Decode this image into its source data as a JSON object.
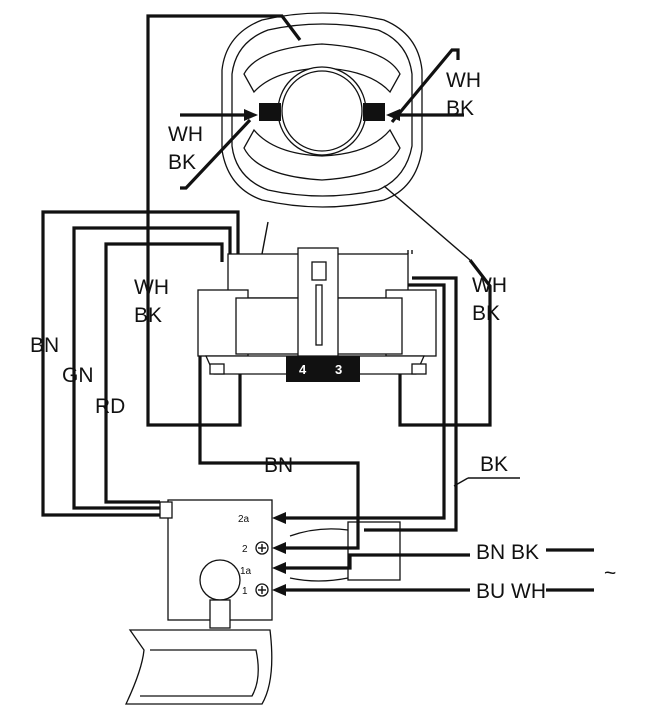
{
  "labels": {
    "stator_right_wh": "WH",
    "stator_right_bk": "BK",
    "stator_left_wh": "WH",
    "stator_left_bk": "BK",
    "left_wh": "WH",
    "left_bk": "BK",
    "right_wh": "WH",
    "right_bk": "BK",
    "bn_left": "BN",
    "gn_left": "GN",
    "rd_left": "RD",
    "bn_middle": "BN",
    "bk_right": "BK",
    "supply_bn_bk": "BN BK",
    "supply_bu_wh": "BU WH",
    "ac_symbol": "~"
  },
  "terminals": {
    "t_2a": "2a",
    "t_2": "2",
    "t_1a": "1a",
    "t_1": "1"
  },
  "brush_holder": {
    "mark_4": "4",
    "mark_3": "3"
  }
}
